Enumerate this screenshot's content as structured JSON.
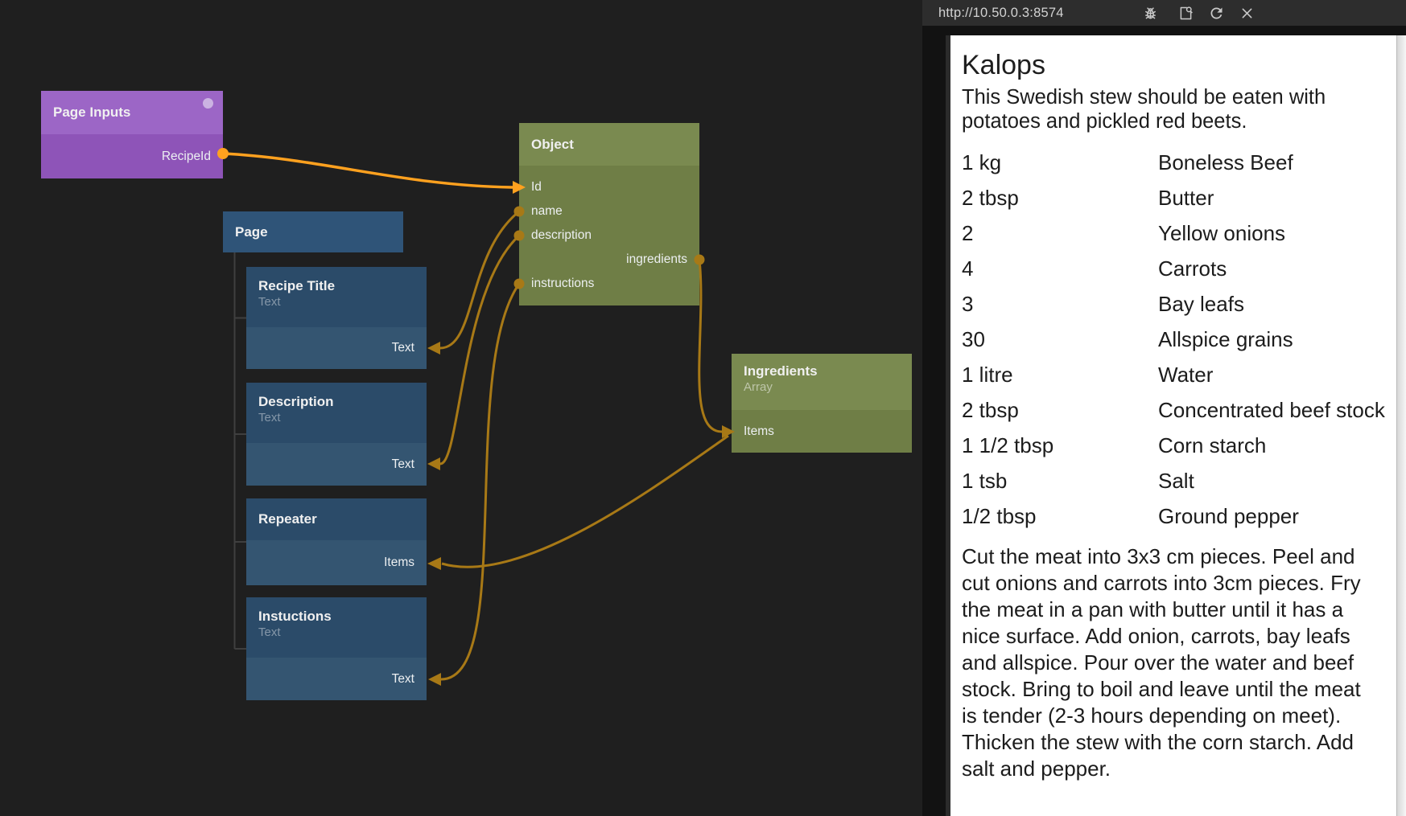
{
  "header": {
    "url": "http://10.50.0.3:8574",
    "icons": {
      "debug": "bug-icon",
      "open_preview": "open-preview-icon",
      "refresh": "refresh-icon",
      "close": "close-icon"
    }
  },
  "canvas": {
    "page_inputs": {
      "title": "Page Inputs",
      "port": "RecipeId"
    },
    "object": {
      "title": "Object",
      "ports": {
        "id": "Id",
        "name": "name",
        "description": "description",
        "ingredients": "ingredients",
        "instructions": "instructions"
      }
    },
    "page": {
      "title": "Page"
    },
    "recipe_title": {
      "title": "Recipe Title",
      "subtitle": "Text",
      "port": "Text"
    },
    "description": {
      "title": "Description",
      "subtitle": "Text",
      "port": "Text"
    },
    "repeater": {
      "title": "Repeater",
      "port": "Items"
    },
    "instuctions": {
      "title": "Instuctions",
      "subtitle": "Text",
      "port": "Text"
    },
    "ingredients": {
      "title": "Ingredients",
      "subtitle": "Array",
      "port": "Items"
    },
    "colors": {
      "wire_active": "#ffa11f",
      "wire": "#a87916",
      "node_purple": "#9c66c6",
      "node_green": "#7a8a50",
      "node_blue": "#2f5478",
      "canvas_bg": "#1f1f1f"
    }
  },
  "preview": {
    "title": "Kalops",
    "description": "This Swedish stew should be eaten with potatoes and pickled red beets.",
    "ingredients": [
      {
        "qty": "1 kg",
        "name": "Boneless Beef"
      },
      {
        "qty": "2 tbsp",
        "name": "Butter"
      },
      {
        "qty": "2",
        "name": "Yellow onions"
      },
      {
        "qty": "4",
        "name": "Carrots"
      },
      {
        "qty": "3",
        "name": "Bay leafs"
      },
      {
        "qty": "30",
        "name": "Allspice grains"
      },
      {
        "qty": "1 litre",
        "name": "Water"
      },
      {
        "qty": "2 tbsp",
        "name": "Concentrated beef stock"
      },
      {
        "qty": "1 1/2 tbsp",
        "name": "Corn starch"
      },
      {
        "qty": "1 tsb",
        "name": "Salt"
      },
      {
        "qty": "1/2 tbsp",
        "name": "Ground pepper"
      }
    ],
    "instructions": "Cut the meat into 3x3 cm pieces. Peel and cut onions and carrots into 3cm pieces. Fry the meat in a pan with butter until it has a nice surface. Add onion, carrots, bay leafs and allspice. Pour over the water and beef stock. Bring to boil and leave until the meat is tender (2-3 hours depending on meet). Thicken the stew with the corn starch. Add salt and pepper."
  }
}
